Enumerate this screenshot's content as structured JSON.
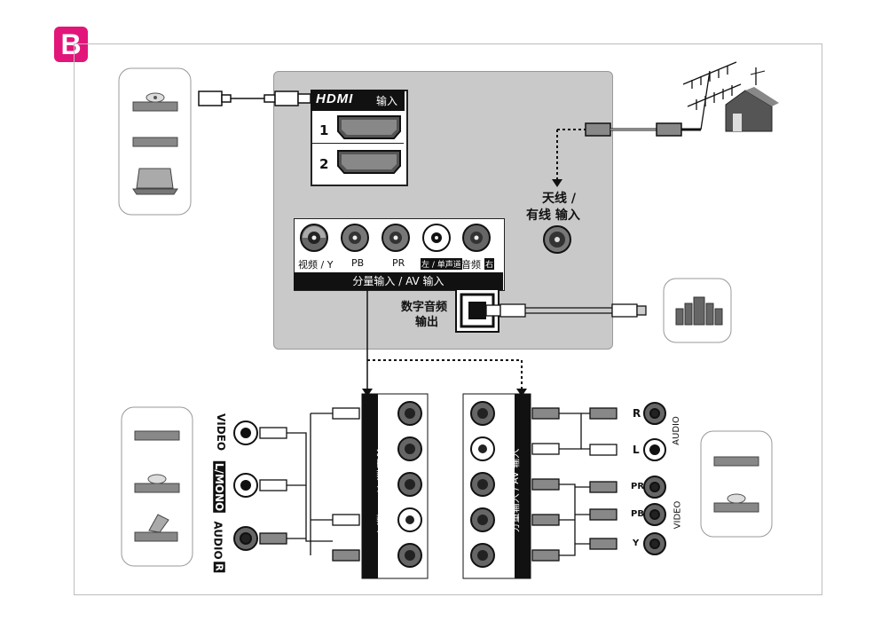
{
  "badge": "B",
  "hdmi": {
    "logo": "HDMI",
    "suffix": "输入",
    "port1": "1",
    "port2": "2"
  },
  "antenna": {
    "line1": "天线 /",
    "line2": "有线 输入"
  },
  "av_ports": {
    "video_y": "视频 / Y",
    "pb": "PB",
    "pr": "PR",
    "left_mono": "左 / 单声道",
    "audio": "音频",
    "right": "右"
  },
  "av_bar": "分量输入 / AV 输入",
  "optical": {
    "line1": "数字音频",
    "line2": "输出"
  },
  "left_device_labels": {
    "video": "VIDEO",
    "lmono": "L/MONO",
    "audio": "AUDIO",
    "r": "R"
  },
  "right_device_labels": {
    "r": "R",
    "l": "L",
    "audio": "AUDIO",
    "pr": "PR",
    "pb": "PB",
    "y": "Y",
    "video": "VIDEO"
  },
  "colors": {
    "accent": "#e2157a",
    "panel": "#c9c9c9",
    "dark": "#111111"
  }
}
